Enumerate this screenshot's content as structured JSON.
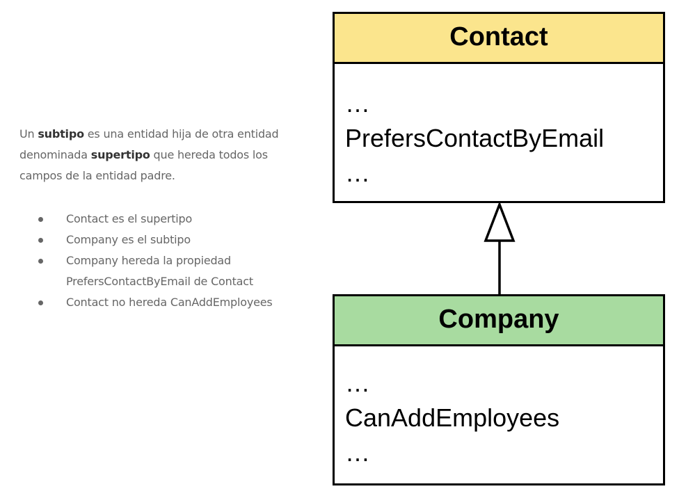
{
  "description": {
    "intro_part1": "Un ",
    "intro_bold1": "subtipo",
    "intro_part2": " es una entidad hija de otra entidad denominada ",
    "intro_bold2": "supertipo",
    "intro_part3": " que  hereda todos los campos de la entidad padre.",
    "bullets": [
      "Contact es el supertipo",
      "Company es el subtipo",
      "Company hereda la propiedad PrefersContactByEmail de Contact",
      "Contact no hereda CanAddEmployees"
    ]
  },
  "diagram": {
    "supertype": {
      "name": "Contact",
      "header_color": "#fbe58d",
      "lines": [
        "…",
        "PrefersContactByEmail",
        "…"
      ]
    },
    "subtype": {
      "name": "Company",
      "header_color": "#a8dba0",
      "lines": [
        "…",
        "CanAddEmployees",
        "…"
      ]
    }
  }
}
